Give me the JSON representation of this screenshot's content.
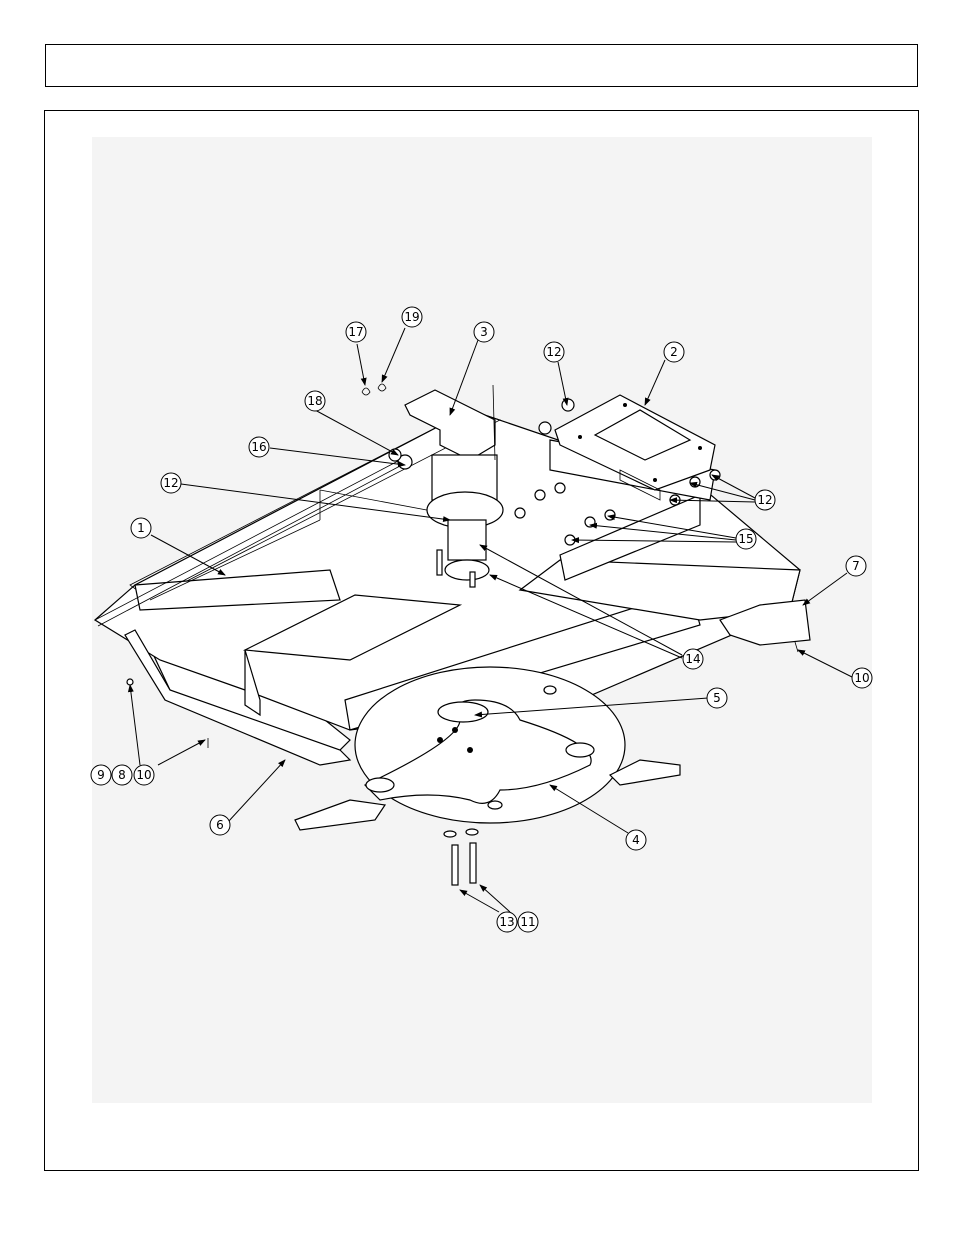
{
  "header": {
    "title": ""
  },
  "colors": {
    "line": "#000000",
    "background": "#ffffff",
    "drawing_bg": "#f4f4f4"
  },
  "callouts": {
    "c1": "1",
    "c2": "2",
    "c3": "3",
    "c4": "4",
    "c5": "5",
    "c6": "6",
    "c7": "7",
    "c8": "8",
    "c9": "9",
    "c10a": "10",
    "c10b": "10",
    "c11": "11",
    "c12a": "12",
    "c12b": "12",
    "c12c": "12",
    "c13": "13",
    "c14": "14",
    "c15": "15",
    "c16": "16",
    "c17": "17",
    "c18": "18",
    "c19": "19"
  }
}
